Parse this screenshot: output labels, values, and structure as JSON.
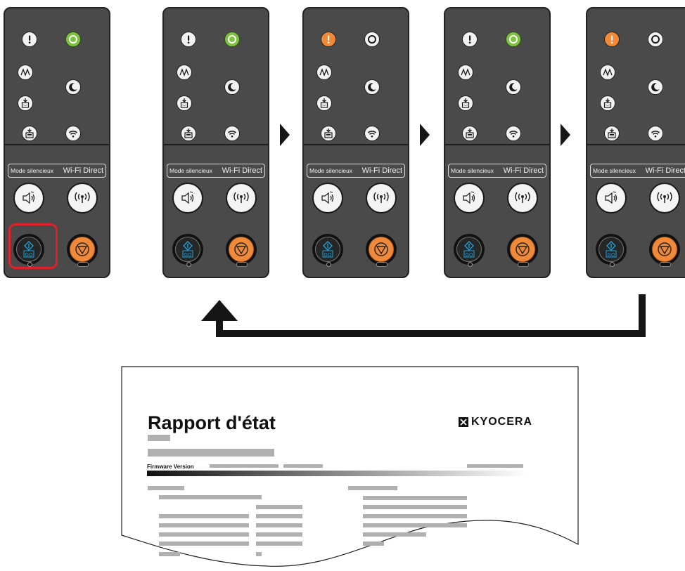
{
  "panel": {
    "mode_label": "Mode silencieux",
    "wifi_label": "Wi-Fi Direct",
    "go_label": "GO"
  },
  "panel_states": [
    {
      "attention_led": "off",
      "ready_led": "green",
      "highlight_go": true
    },
    {
      "attention_led": "off",
      "ready_led": "green",
      "highlight_go": false
    },
    {
      "attention_led": "orange",
      "ready_led": "off",
      "highlight_go": false
    },
    {
      "attention_led": "off",
      "ready_led": "green",
      "highlight_go": false
    },
    {
      "attention_led": "orange",
      "ready_led": "off",
      "highlight_go": false
    }
  ],
  "report": {
    "title": "Rapport d'état",
    "brand": "KYOCERA",
    "firmware_label": "Firmware Version"
  },
  "colors": {
    "panel_bg": "#4a4a4a",
    "green_led": "#7fc241",
    "orange_led": "#f08a3a",
    "highlight": "#e0202a",
    "go_icon": "#1ea0d8",
    "stop_icon": "#f08a3a"
  }
}
